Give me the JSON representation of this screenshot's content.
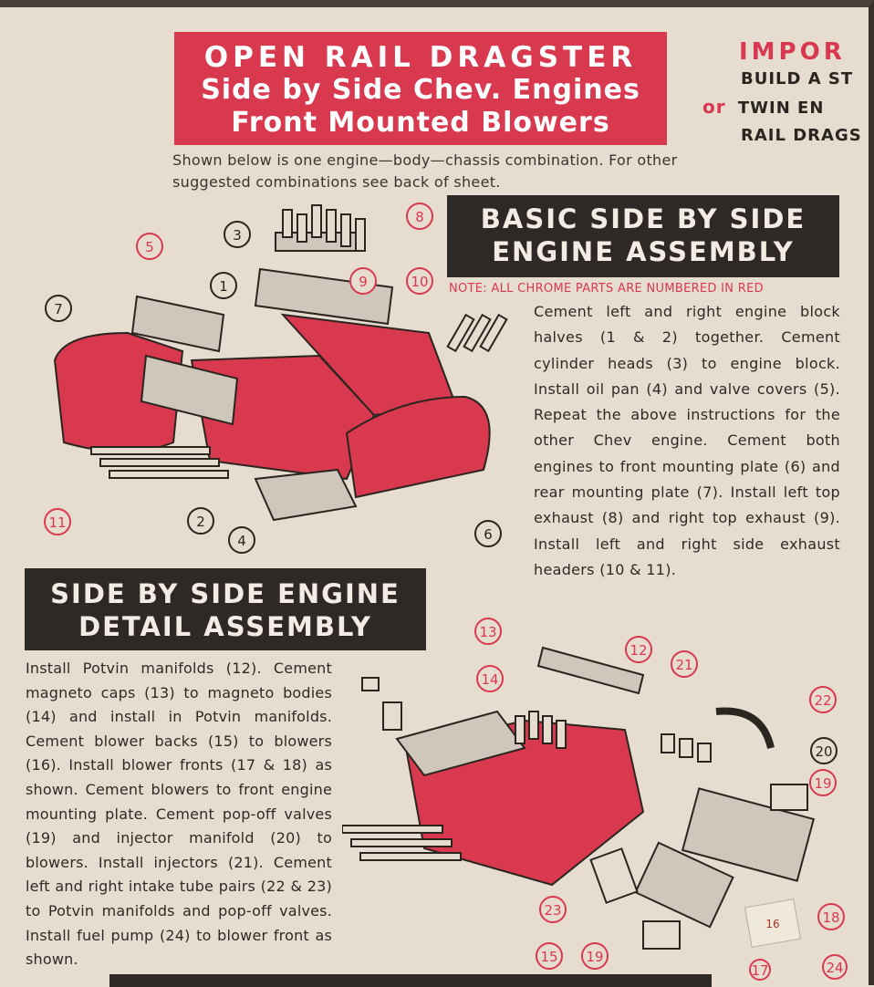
{
  "title": {
    "line1": "OPEN RAIL DRAGSTER",
    "line2": "Side by Side Chev. Engines",
    "line3": "Front Mounted Blowers"
  },
  "intro": "Shown below is one engine—body—chassis combination. For other suggested combinations see back of sheet.",
  "side_note": {
    "important": "IMPOR",
    "line1": "BUILD A ST",
    "or": "or",
    "line2": "TWIN EN",
    "line3": "RAIL DRAGS"
  },
  "basic_assembly": {
    "heading_line1": "BASIC SIDE BY SIDE",
    "heading_line2": "ENGINE ASSEMBLY",
    "note": "NOTE: ALL CHROME PARTS ARE NUMBERED IN RED",
    "instructions": "Cement left and right engine block halves (1 & 2) together. Cement cylinder heads (3) to engine block. Install oil pan (4) and valve covers (5). Repeat the above instructions for the other Chev engine. Cement both engines to front mounting plate (6) and rear mounting plate (7). Install left top exhaust (8) and right top exhaust (9). Install left and right side exhaust headers (10 & 11).",
    "callouts_black": [
      "1",
      "2",
      "3",
      "4",
      "6",
      "7"
    ],
    "callouts_red": [
      "5",
      "8",
      "9",
      "10",
      "11"
    ]
  },
  "detail_assembly": {
    "heading_line1": "SIDE BY SIDE ENGINE",
    "heading_line2": "DETAIL ASSEMBLY",
    "instructions": "Install Potvin manifolds (12). Cement magneto caps (13) to magneto bodies (14) and install in Potvin manifolds. Cement blower backs (15) to blowers (16). Install blower fronts (17 & 18) as shown. Cement blowers to front engine mounting plate. Cement pop-off valves (19) and injector manifold (20) to blowers. Install injectors (21). Cement left and right intake tube pairs (22 & 23) to Potvin manifolds and pop-off valves. Install fuel pump (24) to blower front as shown.",
    "callouts_black": [
      "20"
    ],
    "callouts_red": [
      "12",
      "13",
      "14",
      "15",
      "17",
      "18",
      "19",
      "21",
      "22",
      "23",
      "24"
    ],
    "sticker_text": "16"
  },
  "colors": {
    "red": "#d9394f",
    "black": "#2e2826",
    "paper": "#e6ddd0"
  }
}
